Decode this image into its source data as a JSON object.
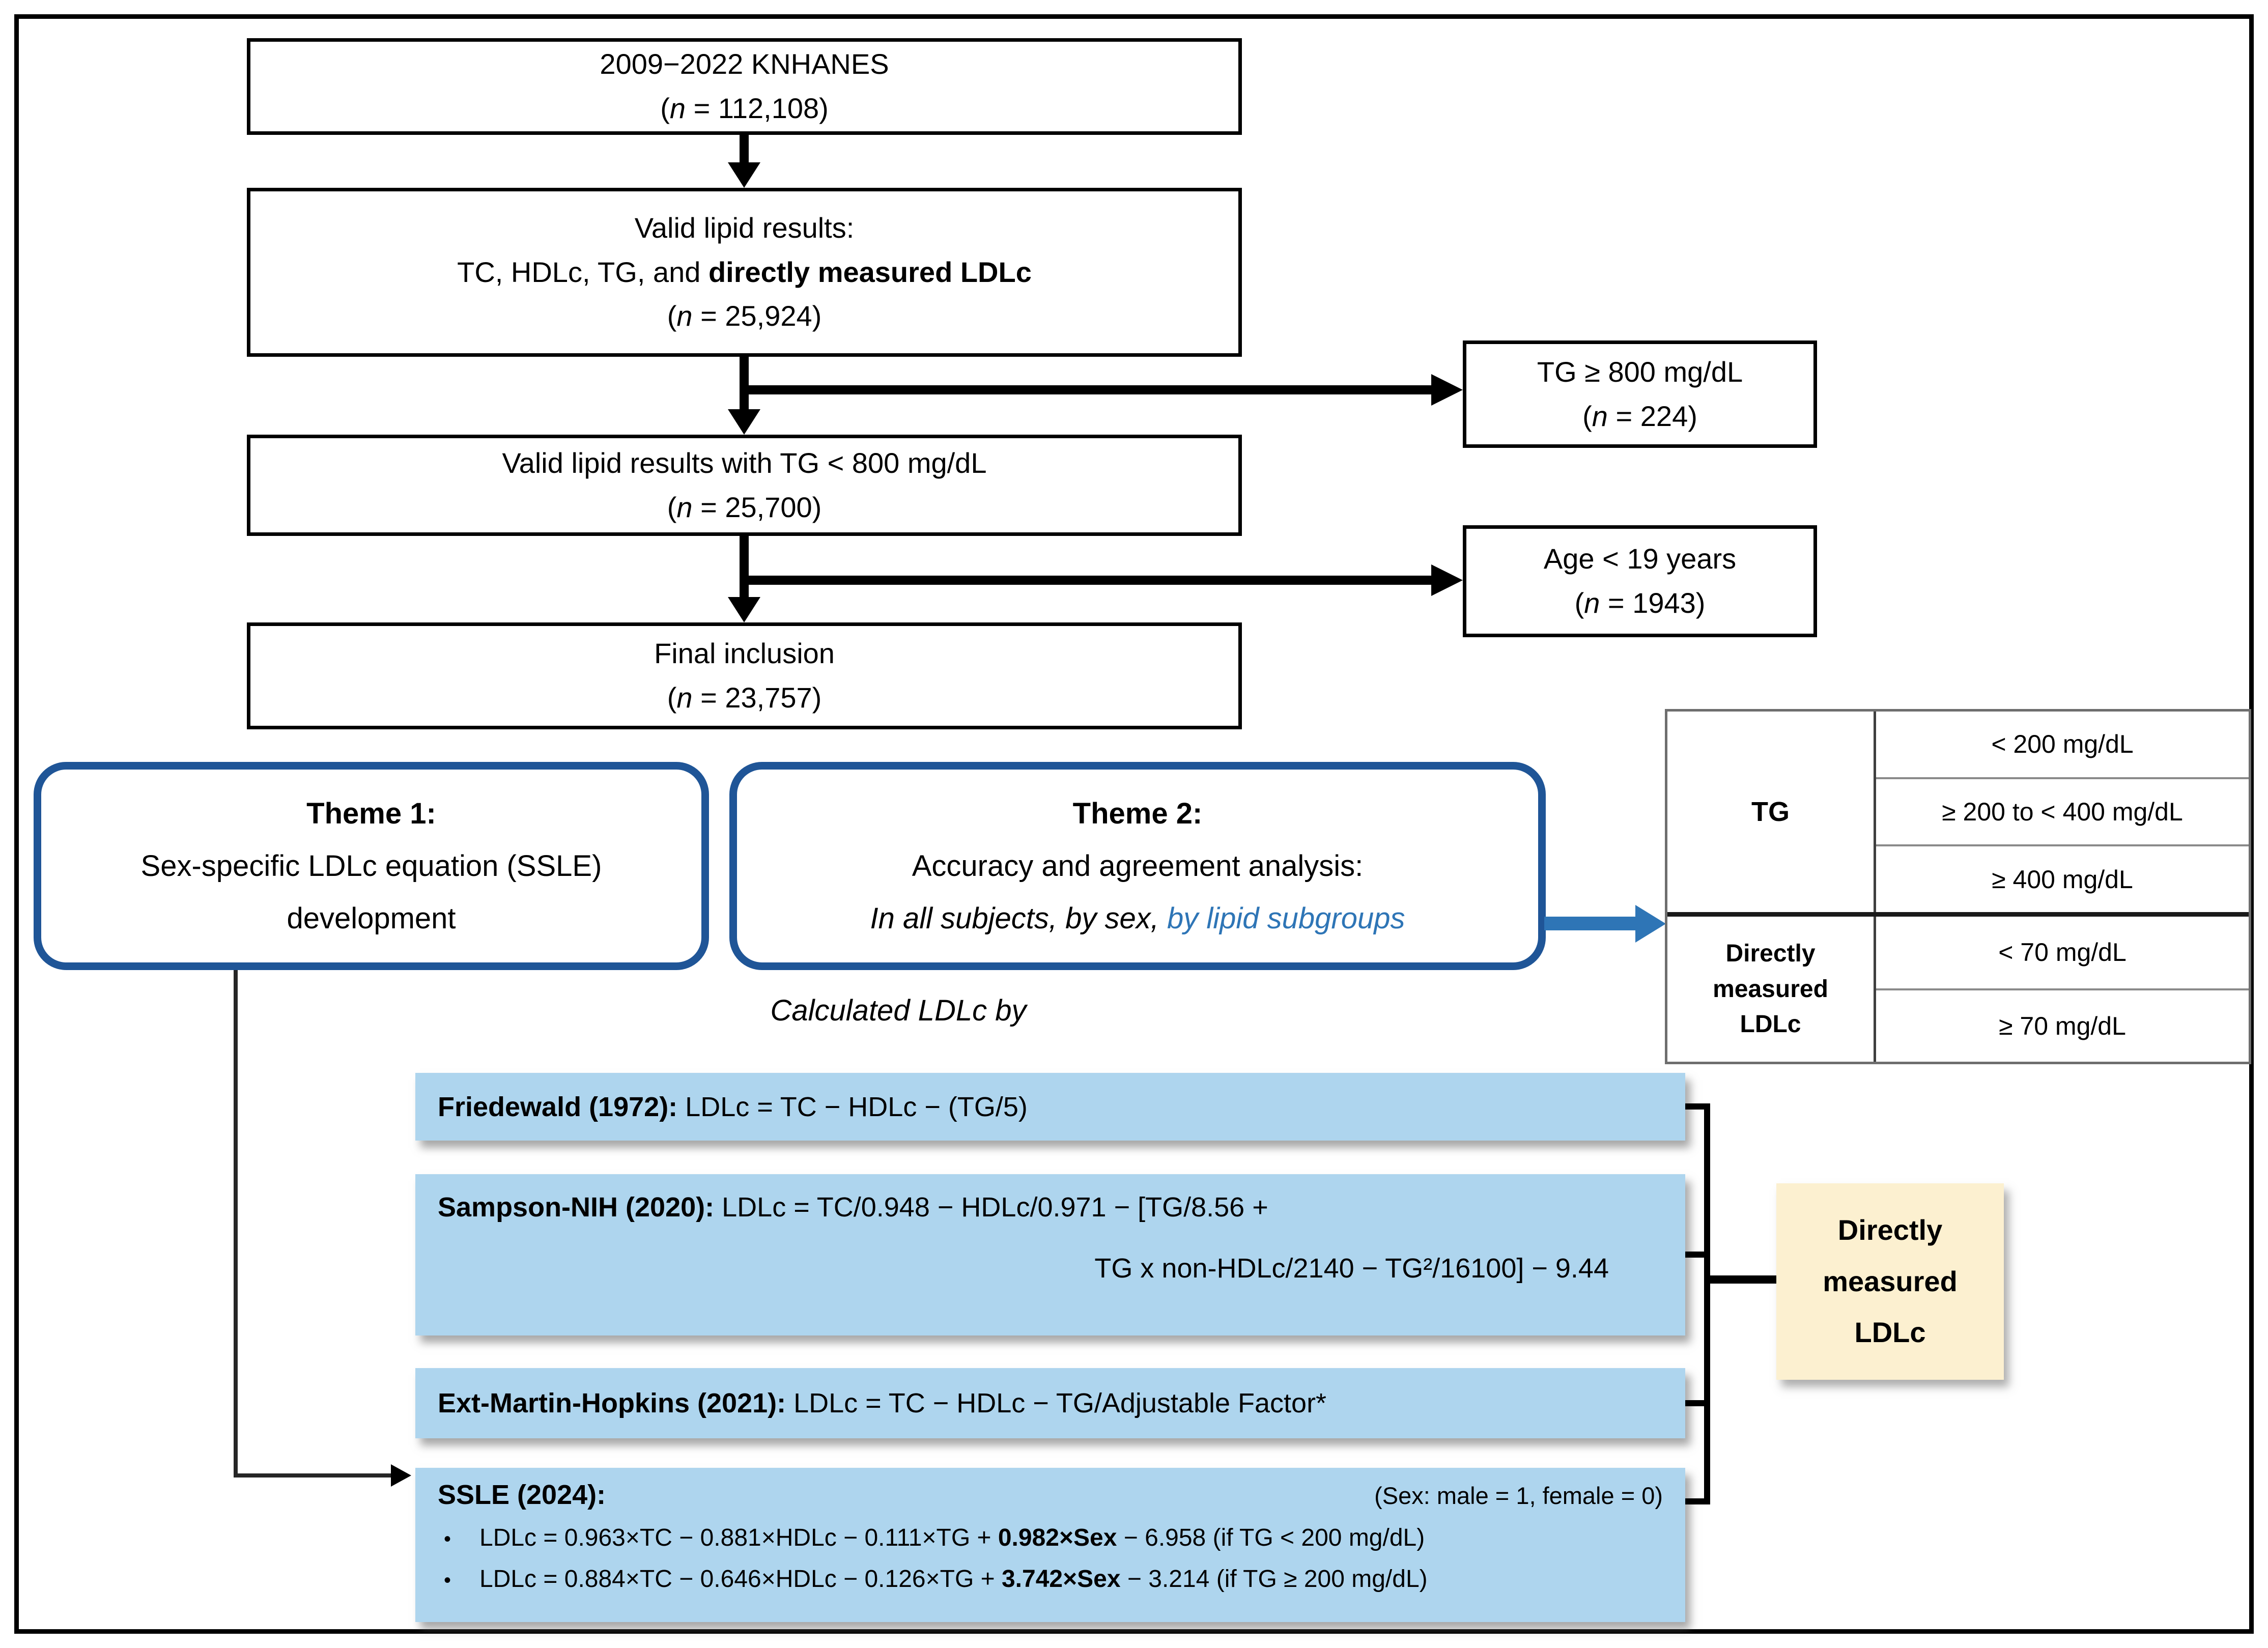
{
  "colors": {
    "equation_box_fill": "#AED5EE",
    "theme_border": "#1F5597",
    "accent_blue": "#2E75B6",
    "measured_box_fill": "#FCF0D0",
    "line_black": "#000000"
  },
  "flow": {
    "box1": {
      "title": [
        {
          "t": "2009−2022 KNHANES"
        }
      ],
      "n": [
        {
          "t": "("
        },
        {
          "t": "n",
          "i": true
        },
        {
          "t": " = 112,108)"
        }
      ]
    },
    "box2": {
      "line1": [
        {
          "t": "Valid lipid results:"
        }
      ],
      "line2": [
        {
          "t": "TC, HDLc, TG, and "
        },
        {
          "t": "directly measured LDLc",
          "b": true
        }
      ],
      "n": [
        {
          "t": "("
        },
        {
          "t": "n",
          "i": true
        },
        {
          "t": " = 25,924)"
        }
      ]
    },
    "box3": {
      "title": [
        {
          "t": "Valid lipid results with TG < 800 mg/dL"
        }
      ],
      "n": [
        {
          "t": "("
        },
        {
          "t": "n",
          "i": true
        },
        {
          "t": " = 25,700)"
        }
      ]
    },
    "box4": {
      "title": [
        {
          "t": "Final inclusion"
        }
      ],
      "n": [
        {
          "t": "("
        },
        {
          "t": "n",
          "i": true
        },
        {
          "t": " = 23,757)"
        }
      ]
    },
    "side_tg": {
      "title": [
        {
          "t": "TG ≥ 800 mg/dL"
        }
      ],
      "n": [
        {
          "t": "("
        },
        {
          "t": "n",
          "i": true
        },
        {
          "t": " = 224)"
        }
      ]
    },
    "side_age": {
      "title": [
        {
          "t": "Age < 19 years"
        }
      ],
      "n": [
        {
          "t": "("
        },
        {
          "t": "n",
          "i": true
        },
        {
          "t": " = 1943)"
        }
      ]
    }
  },
  "themes": {
    "theme1": {
      "heading": [
        {
          "t": "Theme 1:",
          "b": true
        }
      ],
      "line2": [
        {
          "t": "Sex-specific LDLc equation (SSLE)"
        }
      ],
      "line3": [
        {
          "t": "development"
        }
      ]
    },
    "theme2": {
      "heading": [
        {
          "t": "Theme 2:",
          "b": true
        }
      ],
      "line2": [
        {
          "t": "Accuracy and agreement analysis:"
        }
      ],
      "line3": [
        {
          "t": "In all subjects, by sex, ",
          "i": true
        },
        {
          "t": "by lipid subgroups",
          "i": true,
          "c": "#2E75B6"
        }
      ]
    }
  },
  "caption": [
    {
      "t": "Calculated LDLc by",
      "i": true
    }
  ],
  "equations": {
    "friedewald": {
      "line": [
        {
          "t": "Friedewald (1972):",
          "b": true
        },
        {
          "t": " LDLc = TC − HDLc − (TG/5)"
        }
      ]
    },
    "sampson": {
      "line1": [
        {
          "t": "Sampson-NIH (2020):",
          "b": true
        },
        {
          "t": " LDLc = TC/0.948 − HDLc/0.971 − [TG/8.56 +"
        }
      ],
      "line2": [
        {
          "t": "TG x non-HDLc/2140 − TG²/16100] − 9.44"
        }
      ]
    },
    "martin": {
      "line": [
        {
          "t": "Ext-Martin-Hopkins (2021):",
          "b": true
        },
        {
          "t": " LDLc = TC − HDLc − TG/Adjustable Factor*"
        }
      ]
    },
    "ssle": {
      "header": [
        {
          "t": "SSLE (2024):",
          "b": true
        }
      ],
      "sex_note": [
        {
          "t": "(Sex: male = 1, female = 0)"
        }
      ],
      "bullet": "•",
      "bullet1": [
        {
          "t": "LDLc = 0.963×TC − 0.881×HDLc − 0.111×TG + "
        },
        {
          "t": "0.982×Sex",
          "b": true
        },
        {
          "t": " − 6.958 (if TG < 200 mg/dL)"
        }
      ],
      "bullet2": [
        {
          "t": "LDLc = 0.884×TC − 0.646×HDLc − 0.126×TG + "
        },
        {
          "t": "3.742×Sex",
          "b": true
        },
        {
          "t": " − 3.214 (if TG ≥ 200 mg/dL)"
        }
      ]
    }
  },
  "measured_box": {
    "lines": [
      "Directly",
      "measured",
      "LDLc"
    ]
  },
  "subgroup_table": {
    "groups": [
      {
        "label": "TG",
        "rows": [
          "< 200 mg/dL",
          "≥ 200 to < 400 mg/dL",
          "≥ 400 mg/dL"
        ]
      },
      {
        "label_lines": [
          "Directly",
          "measured",
          "LDLc"
        ],
        "rows": [
          "< 70 mg/dL",
          "≥ 70 mg/dL"
        ]
      }
    ]
  }
}
